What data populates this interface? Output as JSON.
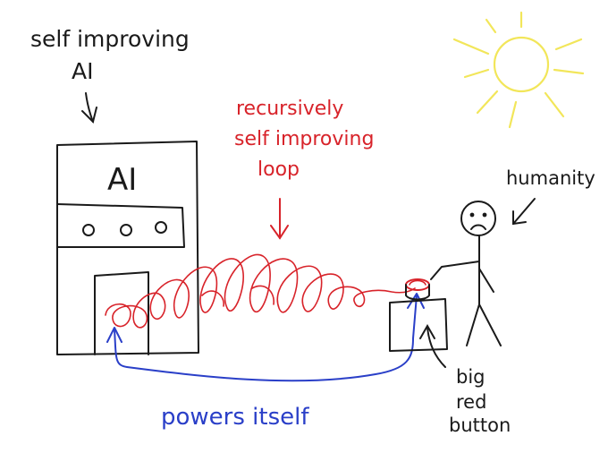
{
  "labels": {
    "self_improving_line1": "self improving",
    "self_improving_line2": "AI",
    "ai_box": "AI",
    "recursive_line1": "recursively",
    "recursive_line2": "self improving",
    "recursive_line3": "loop",
    "humanity": "humanity",
    "powers_itself": "powers itself",
    "big": "big",
    "red": "red",
    "button": "button"
  },
  "colors": {
    "ink": "#1a1a1a",
    "red": "#d8232a",
    "blue": "#2a3fc8",
    "sun": "#f2e65a"
  }
}
